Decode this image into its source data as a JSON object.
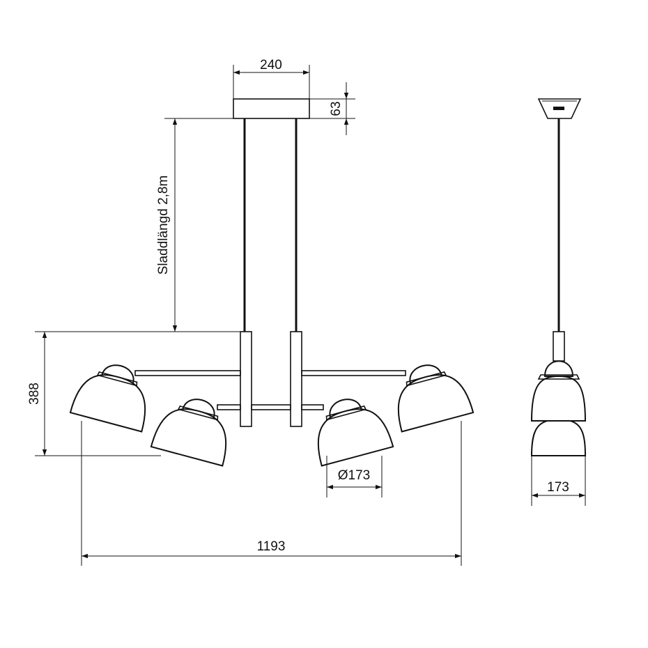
{
  "dimensions": {
    "canopy_width": "240",
    "canopy_height": "63",
    "cord_length": "Sladdlängd 2,8m",
    "total_height": "388",
    "shade_diameter": "Ø173",
    "total_width": "1193",
    "side_width": "173"
  }
}
